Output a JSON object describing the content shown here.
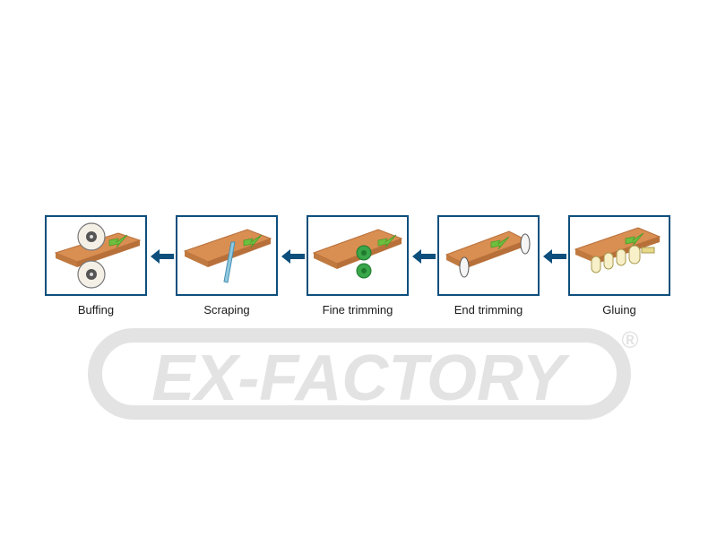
{
  "diagram": {
    "steps": [
      {
        "id": "buffing",
        "label": "Buffing",
        "tool": "buffing-wheel"
      },
      {
        "id": "scraping",
        "label": "Scraping",
        "tool": "scraper"
      },
      {
        "id": "fine-trimming",
        "label": "Fine trimming",
        "tool": "trimming-cutter"
      },
      {
        "id": "end-trimming",
        "label": "End trimming",
        "tool": "saw-blade"
      },
      {
        "id": "gluing",
        "label": "Gluing",
        "tool": "glue-rollers"
      }
    ],
    "flow_direction": "right-to-left",
    "colors": {
      "frame": "#0d4f7c",
      "arrow": "#0d4f7c",
      "wood": "#d98e52",
      "wood_edge": "#b8703a",
      "feed_arrow": "#6cbf3f"
    }
  },
  "watermark": {
    "text": "EX-FACTORY",
    "registered_mark": "®",
    "color": "#e3e3e3"
  }
}
